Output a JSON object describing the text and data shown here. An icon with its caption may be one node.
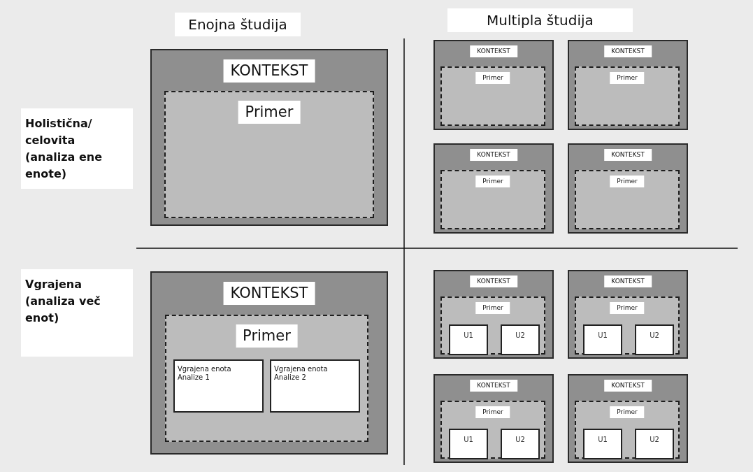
{
  "diagram": {
    "nodes": [
      {
        "text": [
          "KONTEKST"
        ]
      },
      {
        "text": [
          "Primer"
        ],
        "in": 0
      },
      {
        "text": [
          "KONTEKST"
        ]
      },
      {
        "text": [
          "Primer"
        ],
        "in": 2
      },
      {
        "text": [
          "KONTEKST"
        ]
      },
      {
        "text": [
          "Primer"
        ],
        "in": 4
      },
      {
        "text": [
          "KONTEKST"
        ]
      },
      {
        "text": [
          "Primer"
        ],
        "in": 6
      },
      {
        "text": [
          "KONTEKST"
        ]
      },
      {
        "text": [
          "Primer"
        ],
        "in": 8
      },
      {
        "text": [
          "KONTEKST"
        ]
      },
      {
        "text": [
          "Primer"
        ],
        "in": 10
      },
      {
        "text": [
          "Vgrajena enota Analize 1"
        ],
        "in": 11
      },
      {
        "text": [
          "Vgrajena enota Analize 2"
        ],
        "in": 11
      },
      {
        "text": [
          "KONTEKST"
        ]
      },
      {
        "text": [
          "Primer"
        ],
        "in": 14
      },
      {
        "text": [
          "U1"
        ],
        "in": 15
      },
      {
        "text": [
          "U2"
        ],
        "in": 15
      },
      {
        "text": [
          "KONTEKST"
        ]
      },
      {
        "text": [
          "Primer"
        ],
        "in": 18
      },
      {
        "text": [
          "U1"
        ],
        "in": 19
      },
      {
        "text": [
          "U2"
        ],
        "in": 19
      },
      {
        "text": [
          "KONTEKST"
        ]
      },
      {
        "text": [
          "Primer"
        ],
        "in": 22
      },
      {
        "text": [
          "U1"
        ],
        "in": 23
      },
      {
        "text": [
          "U2"
        ],
        "in": 23
      },
      {
        "text": [
          "KONTEKST"
        ]
      },
      {
        "text": [
          "Primer"
        ],
        "in": 26
      },
      {
        "text": [
          "U1"
        ],
        "in": 27
      },
      {
        "text": [
          "U2"
        ],
        "in": 27
      }
    ],
    "edges": [],
    "labels": [
      "Enojna študija",
      "Multipla študija",
      "Holistična/ celovita (analiza ene enote)",
      "Vgrajena (analiza več enot)"
    ]
  }
}
